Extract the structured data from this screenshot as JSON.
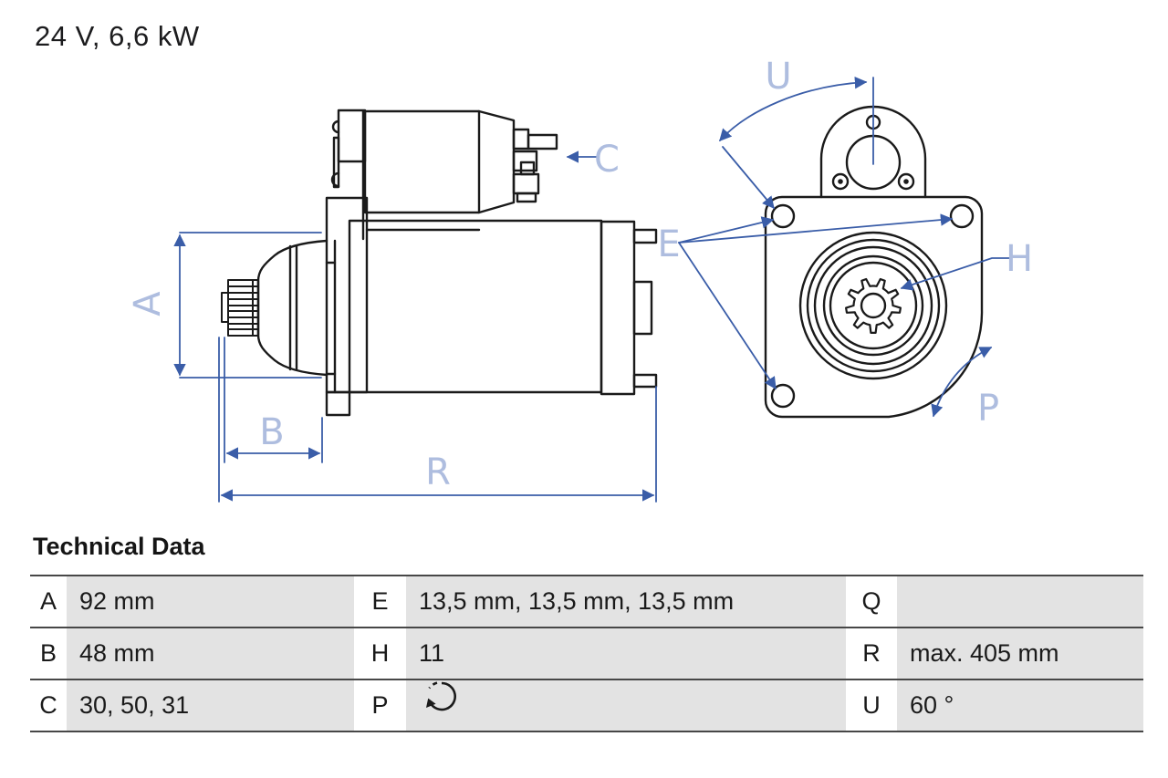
{
  "title": "24 V, 6,6 kW",
  "section_heading": "Technical Data",
  "diagram": {
    "labels": {
      "A": "A",
      "B": "B",
      "C": "C",
      "E": "E",
      "H": "H",
      "P": "P",
      "R": "R",
      "U": "U"
    },
    "colors": {
      "drawing": "#1a1a1a",
      "dimension_line": "#3a5da8",
      "dimension_label": "#aebddf"
    }
  },
  "table": {
    "rows": [
      {
        "cells": [
          {
            "key": "A",
            "value": "92 mm"
          },
          {
            "key": "E",
            "value": "13,5 mm, 13,5 mm, 13,5 mm"
          },
          {
            "key": "Q",
            "value": ""
          }
        ]
      },
      {
        "cells": [
          {
            "key": "B",
            "value": "48 mm"
          },
          {
            "key": "H",
            "value": "11"
          },
          {
            "key": "R",
            "value": "max. 405 mm"
          }
        ]
      },
      {
        "cells": [
          {
            "key": "C",
            "value": "30, 50, 31"
          },
          {
            "key": "P",
            "value": "",
            "icon": "clockwise-rotation-icon"
          },
          {
            "key": "U",
            "value": "60 °"
          }
        ]
      }
    ]
  }
}
